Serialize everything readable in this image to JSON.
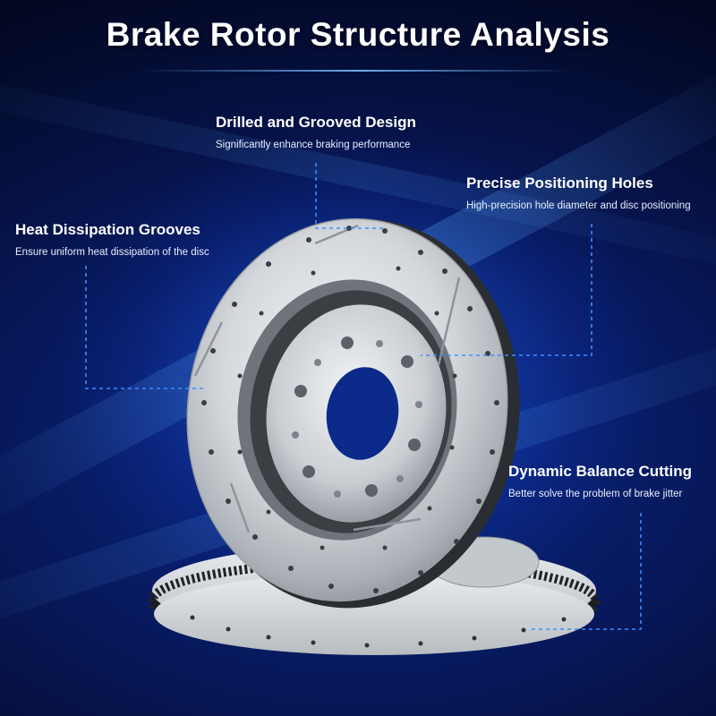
{
  "title": "Brake Rotor Structure Analysis",
  "callouts": {
    "drilled": {
      "heading": "Drilled and Grooved Design",
      "sub": "Significantly enhance braking performance"
    },
    "positioning": {
      "heading": "Precise Positioning Holes",
      "sub": "High-precision hole diameter and disc positioning"
    },
    "heat": {
      "heading": "Heat Dissipation Grooves",
      "sub": "Ensure uniform heat dissipation of the disc"
    },
    "balance": {
      "heading": "Dynamic Balance Cutting",
      "sub": "Better solve the problem of brake jitter"
    }
  },
  "colors": {
    "background": "#07185a",
    "accent": "#3f8cff",
    "text": "#ffffff"
  }
}
